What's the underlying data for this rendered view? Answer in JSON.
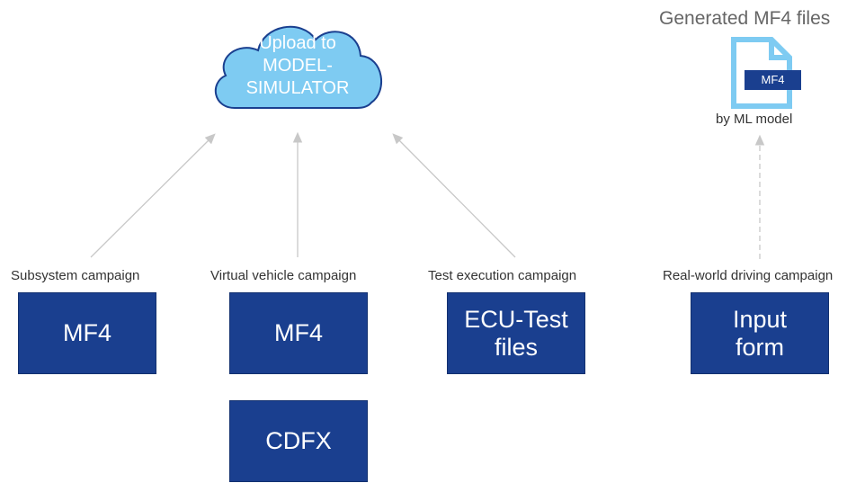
{
  "cloud": {
    "lines": [
      "Upload to",
      "MODEL-",
      "SIMULATOR"
    ]
  },
  "campaigns": [
    {
      "label": "Subsystem campaign",
      "boxes": [
        [
          "MF4"
        ]
      ]
    },
    {
      "label": "Virtual vehicle campaign",
      "boxes": [
        [
          "MF4"
        ],
        [
          "CDFX"
        ]
      ]
    },
    {
      "label": "Test execution campaign",
      "boxes": [
        [
          "ECU-Test",
          "files"
        ]
      ]
    },
    {
      "label": "Real-world driving campaign",
      "boxes": [
        [
          "Input",
          "form"
        ]
      ]
    }
  ],
  "generated": {
    "title": "Generated MF4 files",
    "file_badge": "MF4",
    "caption": "by ML model"
  },
  "colors": {
    "box_fill": "#1a3f8f",
    "cloud_fill": "#7ecbf2",
    "cloud_stroke": "#1a3f8f",
    "file_icon": "#7ecbf2",
    "arrow": "#c8c8c8"
  }
}
